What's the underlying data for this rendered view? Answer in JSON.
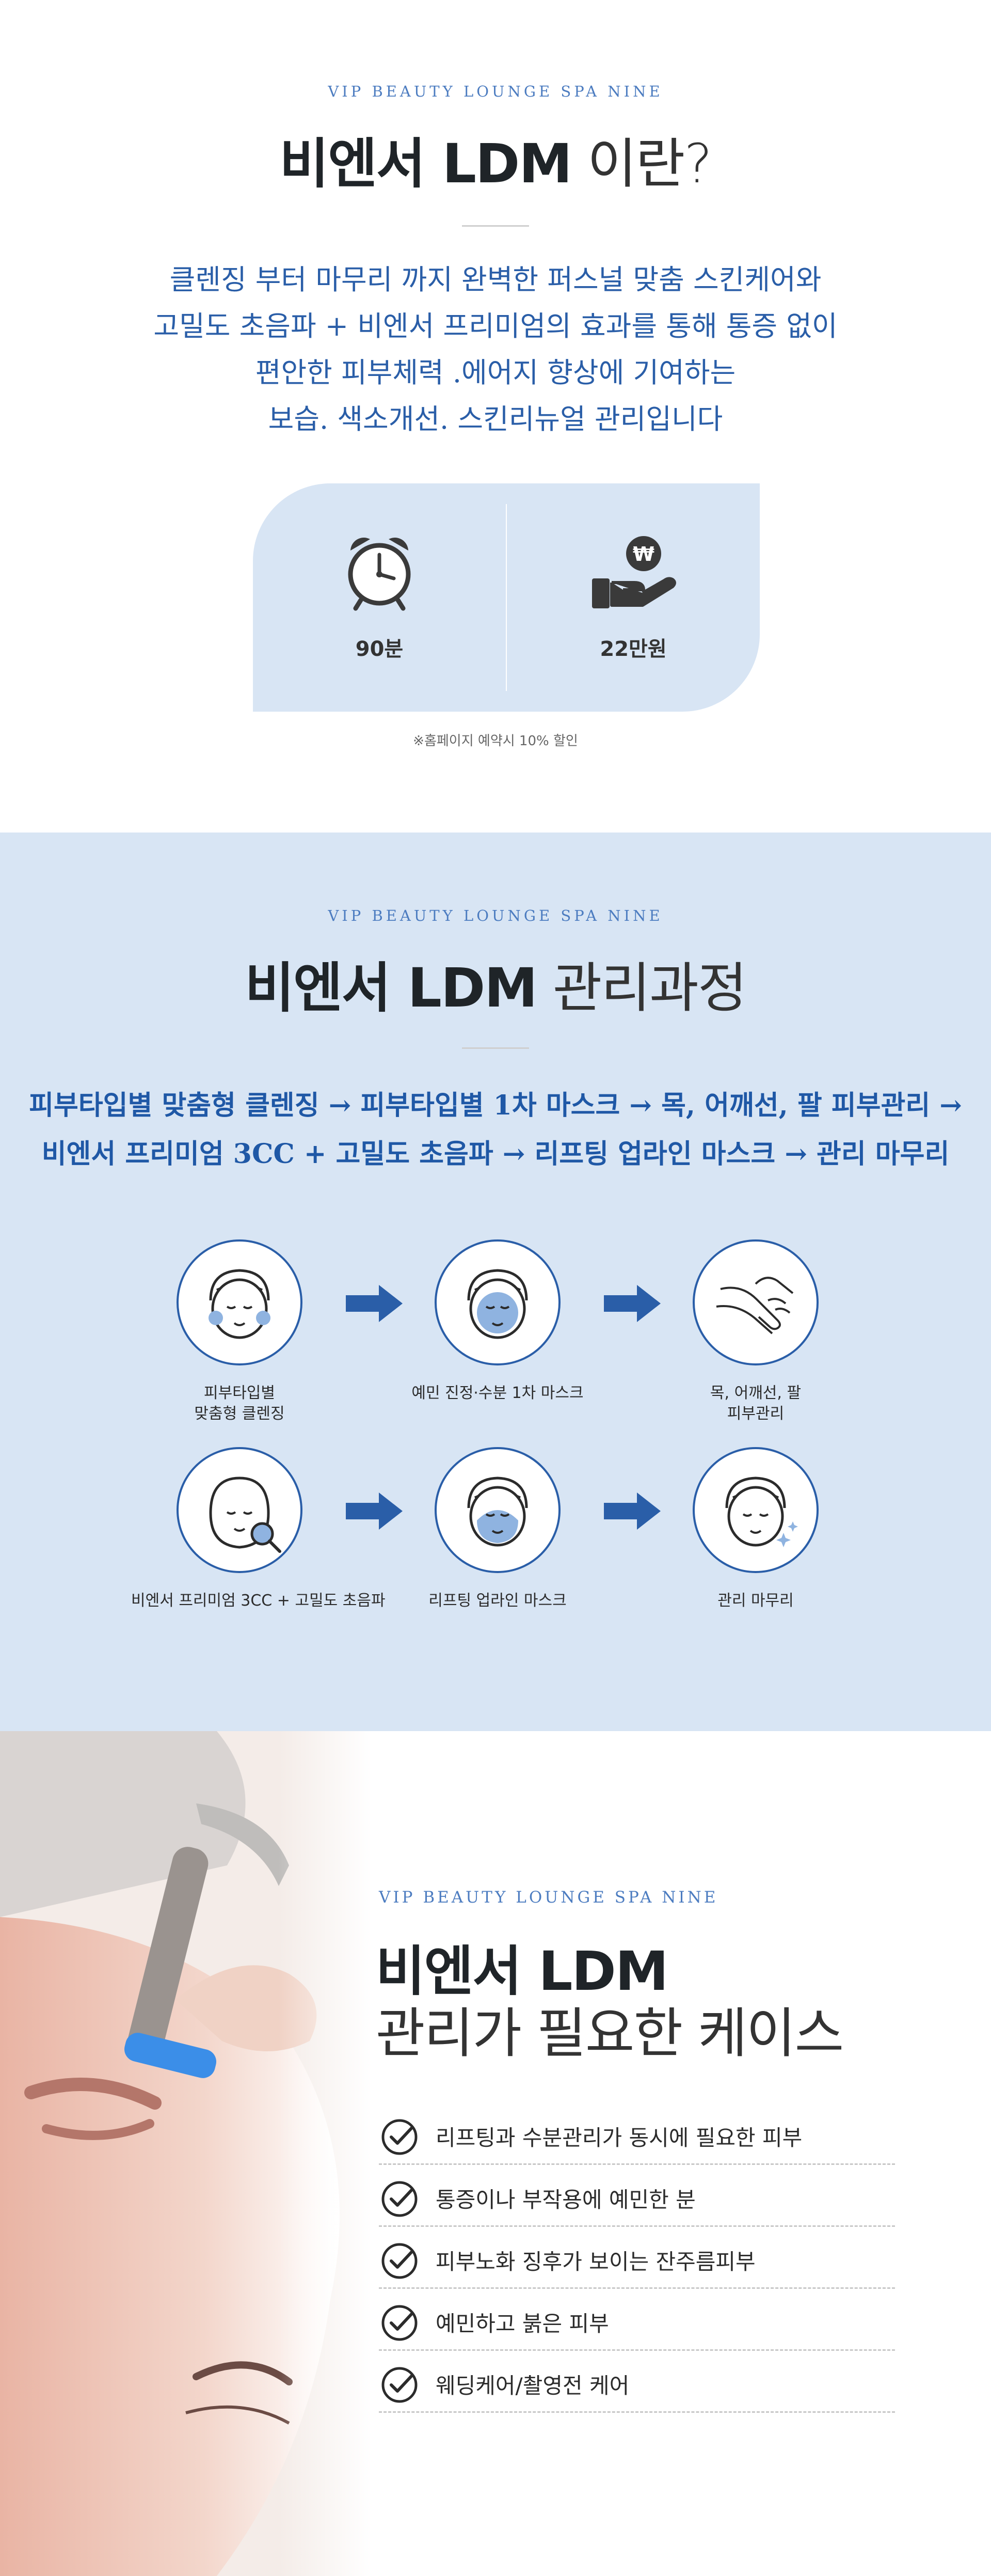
{
  "intro_section": {
    "eyebrow": "VIP BEAUTY LOUNGE SPA NINE",
    "title_bold": "비엔서 LDM",
    "title_light": " 이란?",
    "description": [
      "클렌징 부터 마무리 까지 완벽한 퍼스널 맞춤 스킨케어와",
      "고밀도 초음파 + 비엔서 프리미엄의 효과를 통해  통증 없이",
      "편안한 피부체력 .에어지 향상에 기여하는",
      "보습. 색소개선. 스킨리뉴얼 관리입니다"
    ],
    "duration": {
      "icon": "alarm-clock-icon",
      "value": "90분"
    },
    "price": {
      "icon": "hand-coin-won-icon",
      "value": "22만원"
    },
    "note": "※홈페이지 예약시 10% 할인"
  },
  "process_section": {
    "eyebrow": "VIP BEAUTY LOUNGE SPA NINE",
    "title_bold": "비엔서 LDM",
    "title_light": " 관리과정",
    "flow_lines": [
      "피부타입별 맞춤형 클렌징  →  피부타입별 1차 마스크  →  목, 어깨선, 팔 피부관리 →",
      "비엔서 프리미엄 3CC + 고밀도 초음파  →  리프팅 업라인 마스크  →  관리 마무리"
    ],
    "steps": [
      {
        "icon": "face-cleansing-icon",
        "label_lines": [
          "피부타입별",
          "맞춤형 클렌징"
        ]
      },
      {
        "icon": "face-mask-icon",
        "label_lines": [
          "예민 진정·수분 1차 마스크"
        ]
      },
      {
        "icon": "hand-massage-icon",
        "label_lines": [
          "목, 어깨선, 팔",
          "피부관리"
        ]
      },
      {
        "icon": "face-ultrasound-icon",
        "label_lines": [
          "비엔서 프리미엄 3CC + 고밀도 초음파"
        ]
      },
      {
        "icon": "face-lifting-mask-icon",
        "label_lines": [
          "리프팅 업라인 마스크"
        ]
      },
      {
        "icon": "face-sparkle-icon",
        "label_lines": [
          "관리 마무리"
        ]
      }
    ],
    "accent_color": "#2a5ea8"
  },
  "cases_section": {
    "eyebrow": "VIP BEAUTY LOUNGE SPA NINE",
    "title_line1": "비엔서 LDM",
    "title_line2": "관리가 필요한 케이스",
    "cases": [
      "리프팅과 수분관리가 동시에 필요한 피부",
      "통증이나 부작용에 예민한 분",
      "피부노화 징후가 보이는 잔주름피부",
      "예민하고 붉은 피부",
      "웨딩케어/촬영전 케어"
    ]
  },
  "colors": {
    "brand_blue": "#2a5ea8",
    "eyebrow_blue": "#4c7cc0",
    "light_blue_bg": "#d8e5f4"
  }
}
